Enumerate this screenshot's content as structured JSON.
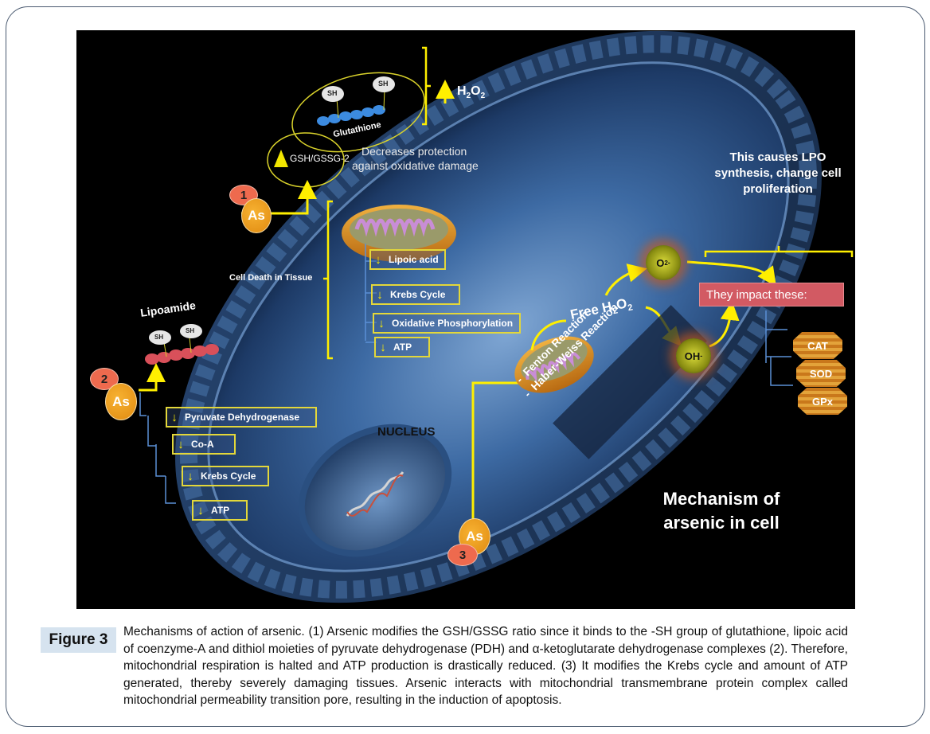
{
  "figure": {
    "title": "Mechanism of arsenic in cell",
    "title_line1": "Mechanism of",
    "title_line2": "arsenic in cell",
    "pathway1": {
      "number": "1",
      "agent": "As",
      "sh_label": "SH",
      "molecule": "Glutathione",
      "ratio_label": "GSH/GSSG-2",
      "effect_line1": "Decreases protection",
      "effect_line2": "against oxidative damage",
      "h2o2_arrow": "↑",
      "h2o2_label": "H",
      "h2o2_sub1": "2",
      "h2o2_o": "O",
      "h2o2_sub2": "2",
      "cell_death_label": "Cell Death in Tissue",
      "effects": [
        "Lipoic acid",
        "Krebs Cycle",
        "Oxidative Phosphorylation",
        "ATP"
      ]
    },
    "pathway2": {
      "number": "2",
      "agent": "As",
      "molecule": "Lipoamide",
      "sh_label": "SH",
      "effects": [
        "Pyruvate Dehydrogenase",
        "Co-A",
        "Krebs Cycle",
        "ATP"
      ]
    },
    "pathway3": {
      "number": "3",
      "agent": "As",
      "free_label": "Free H",
      "free_sub1": "2",
      "free_o": "O",
      "free_sub2": "2",
      "reactions": [
        "Fenton Reaction",
        "Haber-Weiss Reaction"
      ],
      "bullet": "-",
      "radical_o2": "O",
      "radical_o2_sub": "2",
      "radical_o2_sup": "-",
      "radical_oh": "OH",
      "radical_oh_sup": "-",
      "impact_label": "They  impact these:",
      "enzymes": [
        "CAT",
        "SOD",
        "GPx"
      ],
      "lpo_line1": "This causes LPO",
      "lpo_line2": "synthesis, change cell",
      "lpo_line3": "proliferation"
    },
    "nucleus_label": "NUCLEUS",
    "colors": {
      "arrow_yellow": "#ffef00",
      "connector_blue": "#5b8fd6",
      "impact_box": "#d25a63",
      "enzyme_orange": "#d98a26",
      "as_orange": "#f0a020",
      "number_red": "#ee6a4e",
      "cell_blue": "#3e6ea8"
    }
  },
  "caption": {
    "tag": "Figure 3",
    "text": "Mechanisms of action of arsenic. (1) Arsenic modifies the GSH/GSSG ratio since it binds to the -SH group of glutathione, lipoic acid of coenzyme-A and dithiol moieties of pyruvate dehydrogenase (PDH) and α-ketoglutarate dehydrogenase complexes (2). Therefore, mitochondrial respiration is halted and ATP production is drastically reduced. (3) It modifies the Krebs cycle and amount of ATP generated, thereby severely damaging tissues. Arsenic interacts with mitochondrial transmembrane protein complex called mitochondrial permeability transition pore, resulting in the induction of apoptosis."
  }
}
